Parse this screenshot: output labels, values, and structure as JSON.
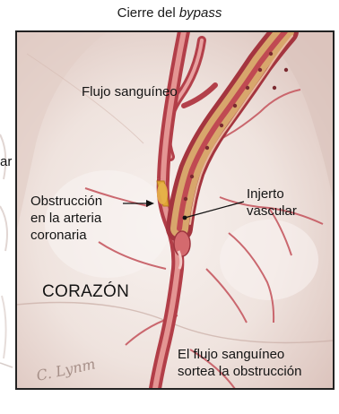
{
  "title": {
    "prefix": "Cierre del ",
    "emphasis": "bypass"
  },
  "labels": {
    "flow": "Flujo sanguíneo",
    "edge_fragment": "ar",
    "obstruction": [
      "Obstrucción",
      "en la arteria",
      "coronaria"
    ],
    "graft": [
      "Injerto",
      "vascular"
    ],
    "heart": "CORAZÓN",
    "bypass_flow": [
      "El flujo sanguíneo",
      "sortea la obstrucción"
    ]
  },
  "signature": "C. Lynm",
  "colors": {
    "artery": "#c9545c",
    "artery_highlight": "#eea7a6",
    "graft": "#b5484e",
    "graft_fill": "#d8a66c",
    "obstruction": "#e0a535",
    "heart_bg": "#ead8d2"
  }
}
